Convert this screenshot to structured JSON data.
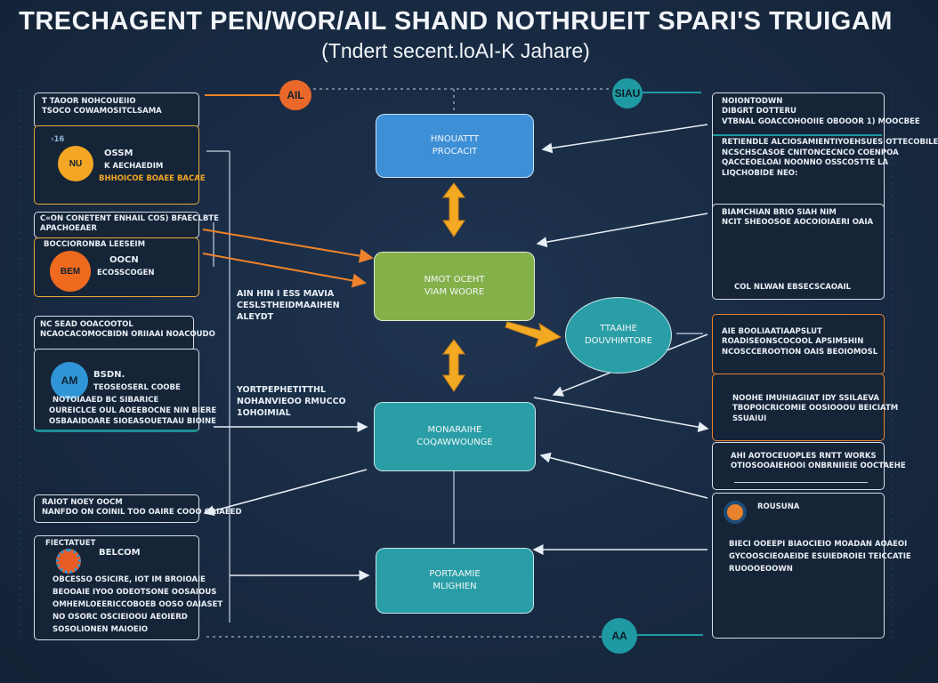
{
  "header": {
    "title": "TRECHAGENT PEN/WOR/AIL SHAND NOTHRUEIT SPARI'S TRUIGAM",
    "subtitle": "(Tndert secent.loAI-K Jahare)"
  },
  "top_markers": {
    "left": "AIL",
    "right": "SIAU"
  },
  "bottom_marker": "AA",
  "center_nodes": [
    {
      "line1": "HNOUATTT",
      "line2": "PROCACIT"
    },
    {
      "line1": "NMOT OCEHT",
      "line2": "VIAM WOORE"
    },
    {
      "line1": "TTAAIHE",
      "line2": "DOUVHIMTORE"
    },
    {
      "line1": "MONARAIHE",
      "line2": "COQAWWOUNGE"
    },
    {
      "line1": "PORTAAMIE",
      "line2": "MLIGHIEN"
    }
  ],
  "mid_labels": [
    {
      "lines": [
        "AIN HIN I ESS MAVIA",
        "CESLSTHEIDMAAIHEN",
        "ALEYDT"
      ]
    },
    {
      "lines": [
        "YORTPEPHETITTHL",
        "NOHANVIEOO RMUCCO",
        "1OHOIMIAL"
      ]
    }
  ],
  "left_panels": [
    {
      "header": [
        "T  TAOOR NOHCOUEIIO",
        "TSOCO COWAMOSITCLSAMA"
      ]
    },
    {
      "avatar": "NU",
      "avatar_color": "#f2a623",
      "title": "OSSM",
      "lines": [
        "K AECHAEDIM",
        "BHHOICOE BOAEE BACAE"
      ],
      "prefix": "›16"
    },
    {
      "header": [
        "C«ON CONETENT ENHAIL COS) BFAECLBTE",
        "APACHOEAER"
      ]
    },
    {
      "avatar": "BEM",
      "avatar_color": "#ee6a1f",
      "title": "OOCN",
      "lines": [
        "ECOSSCOGEN"
      ],
      "prefix": "BOCCIORONBA LEESEIM"
    },
    {
      "header": [
        "NC SEAD OOACOOTOL",
        "NCAOCACOMOCBIDN ORIIAAI NOACOUDO"
      ]
    },
    {
      "avatar": "AM",
      "avatar_color": "#2f95d6",
      "title": "BSDN.",
      "lines": [
        "TEOSEOSERL COOBE",
        "NOTOIAAED BC SIBARICE",
        "OUREICLCE OUL AOEEBOCNE NIN BIERE",
        "OSBAAIDOARE SIOEASOUETAAU BIOINE"
      ]
    },
    {
      "header": [
        "RAIOT NOEY OOCM",
        "NANFDO ON COINIL TOO OAIRE COOO OAIAEED"
      ]
    },
    {
      "avatar": "",
      "avatar_color": "#e85d25",
      "title": "BELCOM",
      "lines": [
        "OBCESSO OSICIRE, IOT IM BROIOAIE",
        "BEOOAIE IYOO ODEOTSONE OOSAIOUS",
        "OMHEMLOEERICCOBOEB OOSO OAIASET",
        "NO OSORC OSCIEIOOU AEOIERD",
        "SOSOLIONEN MAIOEIO"
      ],
      "prefix": "FIECTATUET"
    }
  ],
  "right_panels": [
    {
      "lines": [
        "NOIONTODWN",
        "DIBGRT DOTTERU",
        "VTBNAL GOACCOHOOIIE OBOOOR  1) MOOCBEE",
        "RETIENDLE ALCIOSAMIENTIYOEHSUES OTTECOBILE",
        "NCSCHSCASOE CNITONCECNCO COENPOA",
        "QACCEOELOAI NOONNO OSSCOSTTE LA",
        "LIQCHOBIDE  NEO:"
      ]
    },
    {
      "lines": [
        "BIAMCHIAN BRIO SIAH NIM",
        "NCIT SHEOOSOE AOCOIOIAERI OAIA",
        "",
        "",
        "COL NLWAN EBSECSCAOAIL"
      ]
    },
    {
      "lines": [
        "AIE BOOLIAATIAAPSLUT",
        "ROADISEONSCOCOOL APSIMSHIN",
        "NCOSCCEROOTION OAIS BEOIOMOSL"
      ]
    },
    {
      "lines": [
        "NOOHE IMUHIAGIIAT IDY SSILAEVA",
        "TBOPOICRICOMIE OOSIOOOU BEICIATM",
        "SSUAIUI"
      ]
    },
    {
      "lines": [
        "AHI AOTOCEUOPLES RNTT WORKS",
        "OTIOSOOAIEHOOI ONBRNIIEIE OOCTAEHE"
      ]
    },
    {
      "avatar": "",
      "title": "ROUSUNA",
      "lines": [
        "BIECI OOEEPI BIAOCIEIO MOADAN AOAEOI",
        "GYCOOSCIEOAEIDE ESUIEDROIEI TEICCATIE",
        "RUOOOEOOWN"
      ]
    }
  ],
  "colors": {
    "accent_orange": "#f0822b",
    "accent_teal": "#1f9aa2",
    "node_blue": "#3d8fd6",
    "node_green": "#84b049",
    "node_teal": "#2a9ea6",
    "arrow_gold": "#f3aa22"
  }
}
